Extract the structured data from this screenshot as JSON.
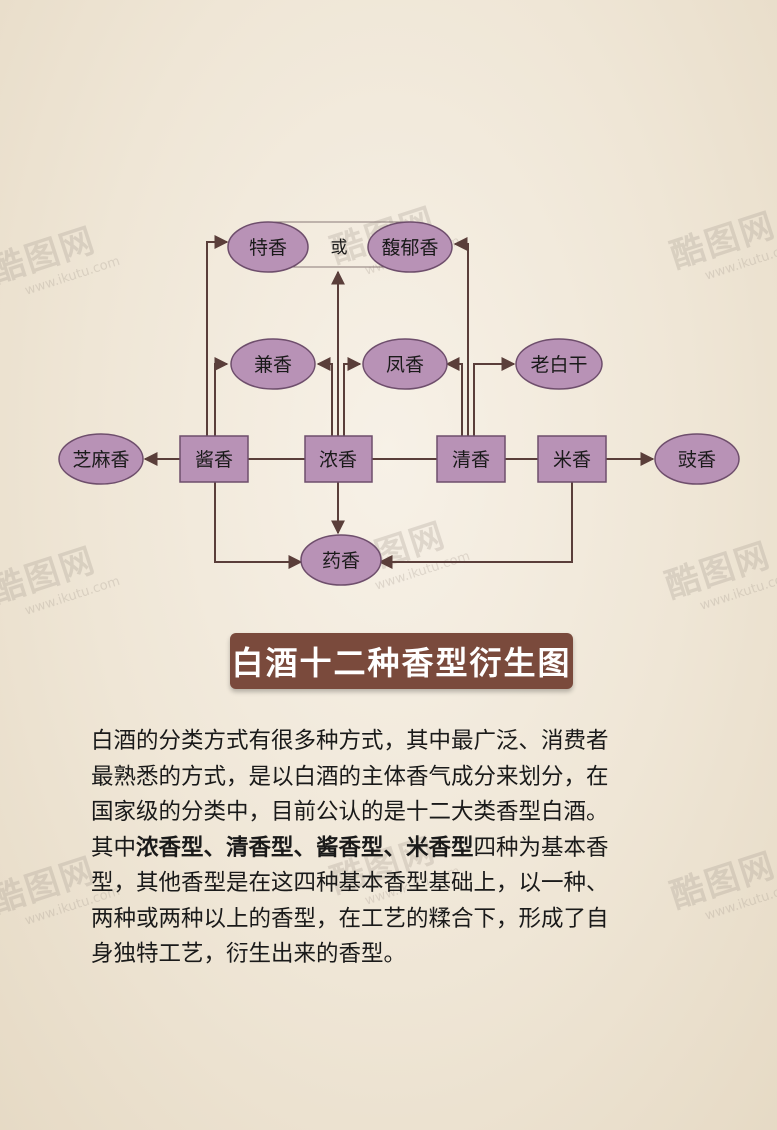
{
  "nodes": {
    "tex": "特香",
    "fuyu": "馥郁香",
    "jian": "兼香",
    "feng": "凤香",
    "laobaigan": "老白干",
    "zhima": "芝麻香",
    "jiang": "酱香",
    "nong": "浓香",
    "qing": "清香",
    "mi": "米香",
    "chi": "豉香",
    "yao": "药香"
  },
  "connector_or": "或",
  "title": "白酒十二种香型衍生图",
  "paragraph": {
    "line1": "白酒的分类方式有很多种方式，其中最广泛、消费者",
    "line2": "最熟悉的方式，是以白酒的主体香气成分来划分，在",
    "line3": "国家级的分类中，目前公认的是十二大类香型白酒。",
    "line4_pre": "其中",
    "line4_bold": "浓香型、清香型、酱香型、米香型",
    "line4_post": "四种为基本香",
    "line5": "型，其他香型是在这四种基本香型基础上，以一种、",
    "line6": "两种或两种以上的香型，在工艺的糅合下，形成了自",
    "line7": "身独特工艺，衍生出来的香型。"
  },
  "watermark": {
    "brand": "酷图网",
    "url": "www.ikutu.com"
  },
  "colors": {
    "node_fill": "#b892b6",
    "node_stroke": "#6e4e6c",
    "line": "#5a3e3a",
    "banner": "#7a4a3c"
  }
}
